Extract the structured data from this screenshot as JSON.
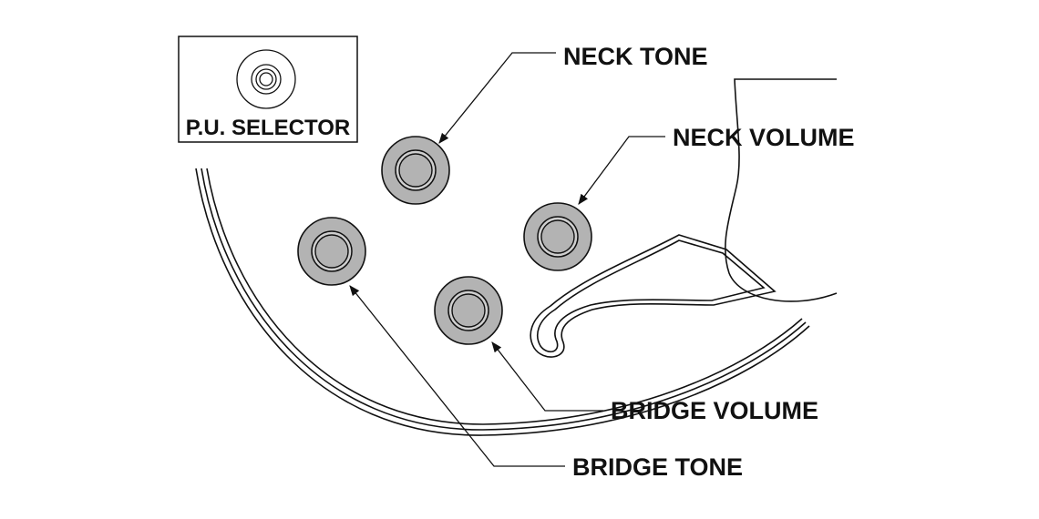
{
  "selector": {
    "label": "P.U. SELECTOR"
  },
  "labels": {
    "neck_tone": "NECK TONE",
    "neck_volume": "NECK VOLUME",
    "bridge_volume": "BRIDGE VOLUME",
    "bridge_tone": "BRIDGE TONE"
  },
  "colors": {
    "knob_fill": "#b3b3b3",
    "line": "#111111",
    "background": "#ffffff"
  }
}
